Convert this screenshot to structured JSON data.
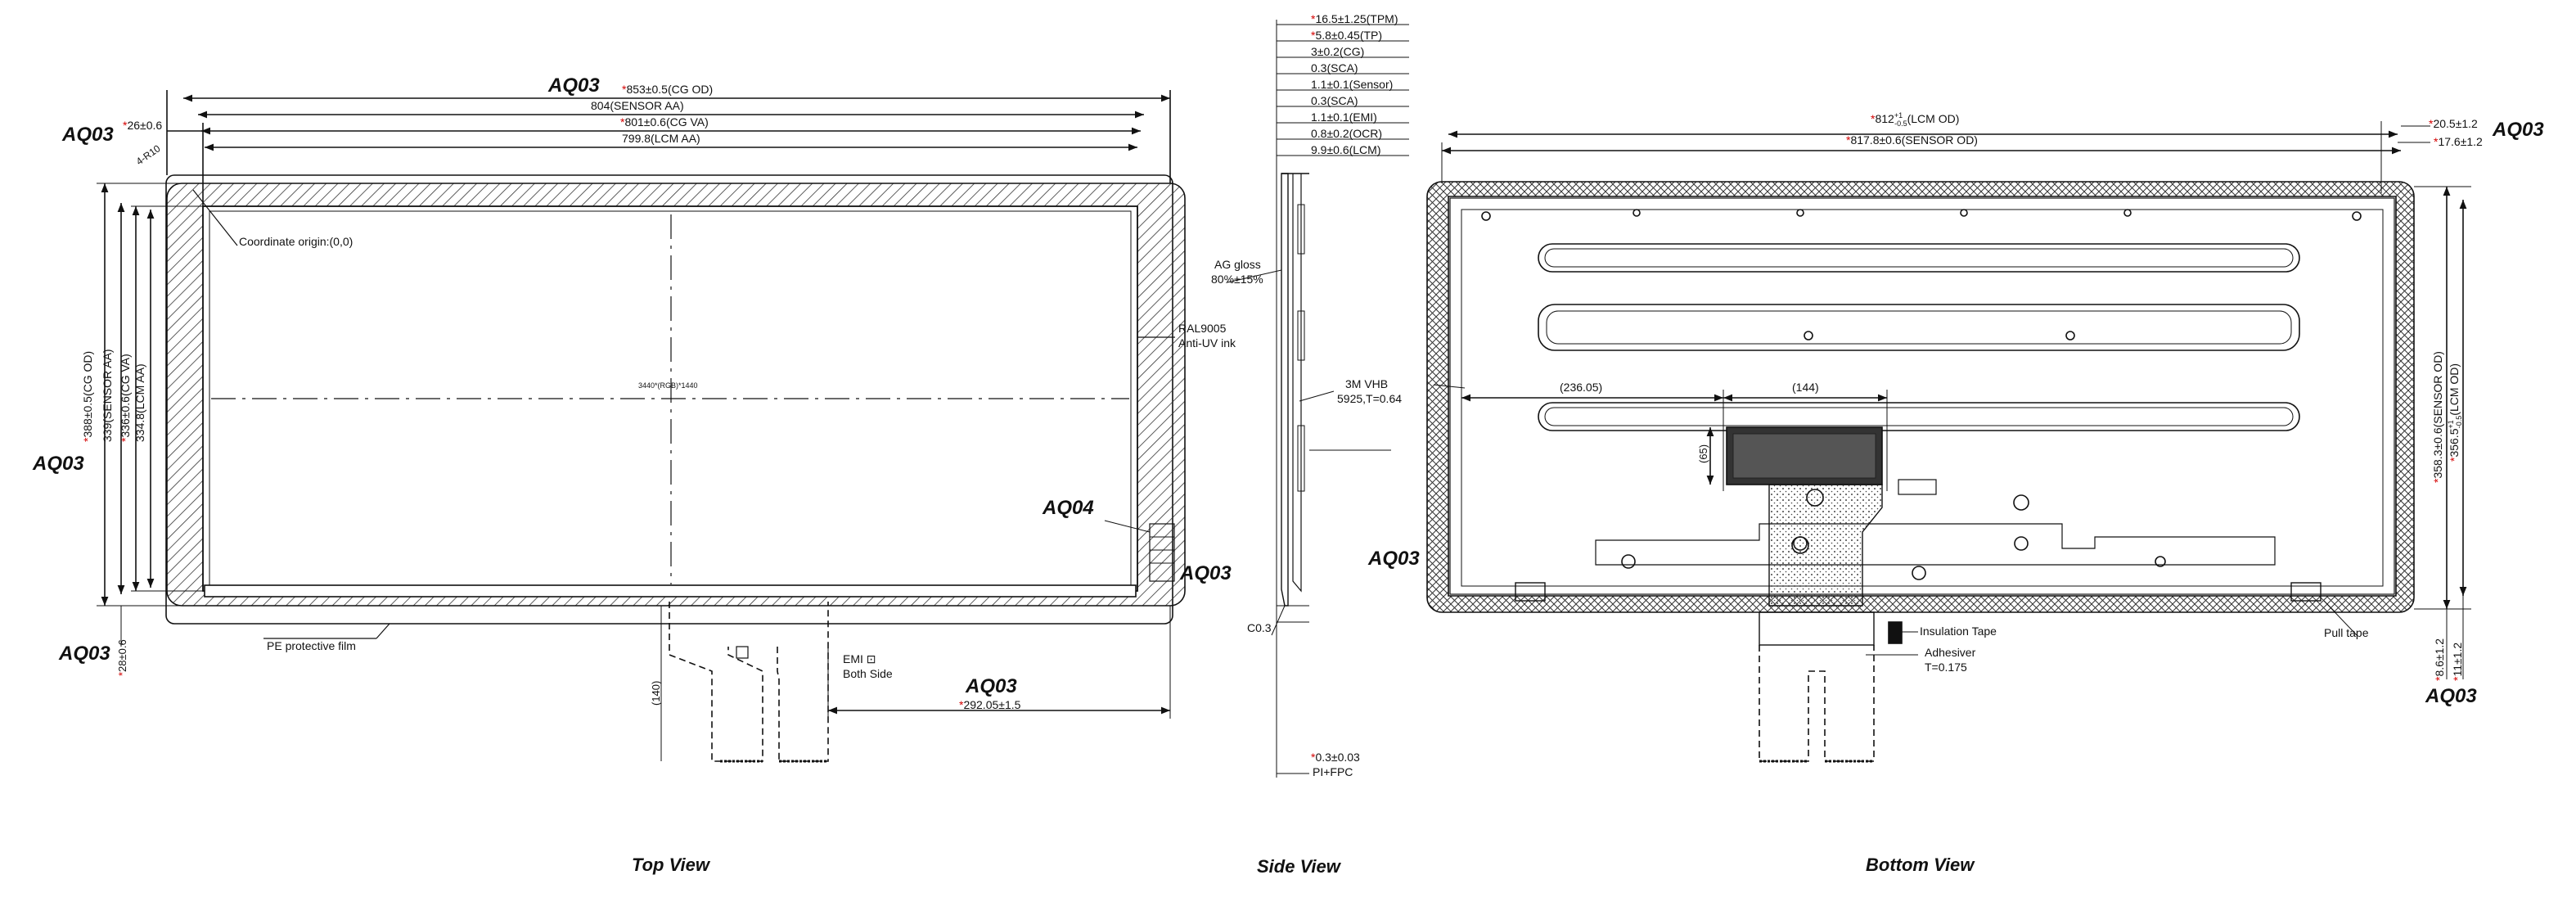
{
  "top_view": {
    "title": "Top View",
    "dims": {
      "cg_od": "853±0.5(CG OD)",
      "sensor_aa": "804(SENSOR AA)",
      "cg_va": "801±0.6(CG VA)",
      "lcm_aa": "799.8(LCM AA)",
      "left_margin": "26±0.6",
      "corner_r": "4-R10",
      "origin": "Coordinate origin:(0,0)",
      "resolution": "3440*(RGB)*1440",
      "v_cg_od": "388±0.5(CG OD)",
      "v_sensor_aa": "339(SENSOR AA)",
      "v_cg_va": "336±0.6(CG VA)",
      "v_lcm_aa": "334.8(LCM AA)",
      "bottom_margin": "28±0.6",
      "ral": "RAL9005",
      "anti_uv": "Anti-UV ink",
      "pe_film": "PE protective film",
      "emi": "EMI",
      "both_side": "Both Side",
      "fpc_len": "(140)",
      "fpc_pos": "292.05±1.5"
    },
    "labels": {
      "aq_top": "AQ03",
      "aq_left_top": "AQ03",
      "aq_left_mid": "AQ03",
      "aq_left_bot": "AQ03",
      "aq04": "AQ04",
      "aq_right": "AQ03",
      "aq_fpc": "AQ03"
    }
  },
  "side_view": {
    "title": "Side View",
    "stack": [
      "16.5±1.25(TPM)",
      "5.8±0.45(TP)",
      "3±0.2(CG)",
      "0.3(SCA)",
      "1.1±0.1(Sensor)",
      "0.3(SCA)",
      "1.1±0.1(EMI)",
      "0.8±0.2(OCR)",
      "9.9±0.6(LCM)"
    ],
    "ag_gloss": "AG gloss",
    "ag_pct": "80%±15%",
    "vhb": "3M VHB",
    "vhb_spec": "5925,T=0.64",
    "chamfer": "C0.3",
    "pi": "0.3±0.03",
    "pi_fpc": "PI+FPC"
  },
  "bottom_view": {
    "title": "Bottom View",
    "dims": {
      "lcm_od": "812",
      "lcm_od_tol_up": "+1",
      "lcm_od_tol_dn": "-0.5",
      "lcm_od_suffix": "(LCM OD)",
      "sensor_od": "817.8±0.6(SENSOR OD)",
      "right_1": "20.5±1.2",
      "right_2": "17.6±1.2",
      "w1": "(236.05)",
      "w2": "(144)",
      "h1": "(65)",
      "v_sensor_od": "358.3±0.6(SENSOR OD)",
      "v_lcm_od": "356.5",
      "v_lcm_tol_up": "+1",
      "v_lcm_tol_dn": "-0.5",
      "v_lcm_suffix": "(LCM OD)",
      "bot_1": "8.6±1.2",
      "bot_2": "11±1.2",
      "insulation": "Insulation Tape",
      "adhesive": "Adhesiver",
      "adhesive_t": "T=0.175",
      "pull_tape": "Pull tape"
    },
    "labels": {
      "aq_top": "AQ03",
      "aq_left": "AQ03",
      "aq_bot": "AQ03"
    }
  },
  "colors": {
    "line": "#111111",
    "accent_star": "#d40000"
  }
}
